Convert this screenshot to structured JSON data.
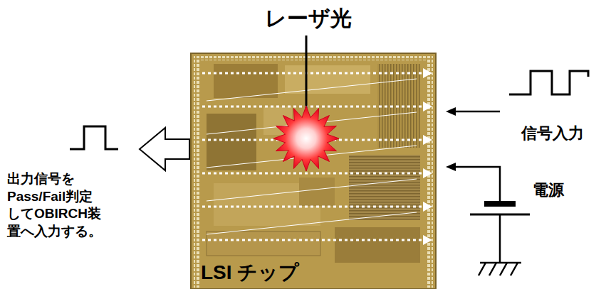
{
  "diagram": {
    "nodes": [
      {
        "text": [
          "LSI チップ"
        ]
      }
    ],
    "labels": [
      "レーザ光",
      "信号入力",
      "電源",
      "出力信号を Pass/Fail判定 してOBIRCH装 置へ入力する。"
    ]
  }
}
